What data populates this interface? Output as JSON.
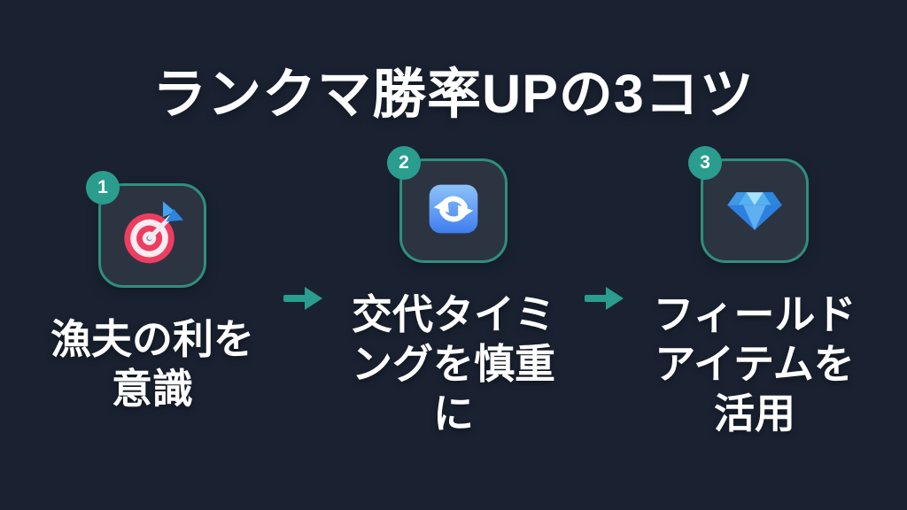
{
  "slide": {
    "title": "ランクマ勝率UPの3コツ"
  },
  "colors": {
    "background": "#1a2232",
    "card_background": "#2c3442",
    "card_border": "#2f8f7c",
    "accent_teal": "#2a9d8f",
    "text": "#ffffff",
    "icon_blue": "#45a2ef",
    "icon_red": "#ee3d60"
  },
  "steps": [
    {
      "number": "1",
      "icon": "dart-target-icon",
      "label": "漁夫の利を\n意識"
    },
    {
      "number": "2",
      "icon": "counterclockwise-arrows-icon",
      "label": "交代タイミ\nングを慎重\nに"
    },
    {
      "number": "3",
      "icon": "gem-icon",
      "label": "フィールド\nアイテムを\n活用"
    }
  ]
}
